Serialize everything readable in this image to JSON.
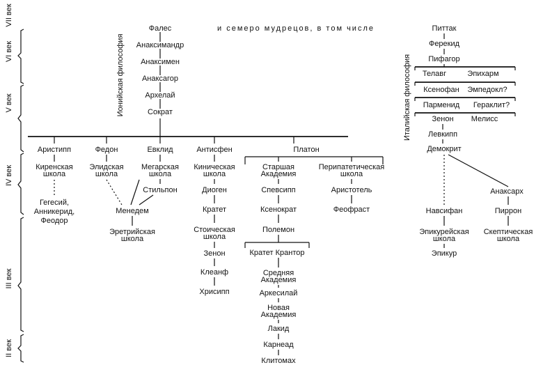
{
  "centuries": [
    "VII век",
    "VI век",
    "V век",
    "IV век",
    "III век",
    "II век"
  ],
  "labels": {
    "ionian": "Ионийская философия",
    "italian": "Италийская философия",
    "sages": "и семеро мудрецов, в том числе"
  },
  "ionian_chain": [
    "Фалес",
    "Анаксимандр",
    "Анаксимен",
    "Анаксагор",
    "Архелай",
    "Сократ"
  ],
  "italian_chain": {
    "pittak": "Питтак",
    "ferekid": "Ферекид",
    "pifagor": "Пифагор",
    "telavg": "Телавг",
    "epiharm": "Эпихарм",
    "ksenofan": "Ксенофан",
    "empedokl": "Эмпедокл?",
    "parmenid": "Парменид",
    "geraklit": "Гераклит?",
    "zenon": "Зенон",
    "meliss": "Мелисс",
    "levkipp": "Левкипп",
    "demokrit": "Демокрит"
  },
  "socratics": {
    "aristipp": "Аристипп",
    "kirenskaya1": "Киренская",
    "kirenskaya2": "школа",
    "hegesii1": "Гегесий,",
    "hegesii2": "Анникерид,",
    "hegesii3": "Феодор",
    "fedon": "Федон",
    "elidskaya1": "Элидская",
    "elidskaya2": "школа",
    "evklid": "Евклид",
    "megarskaya1": "Мегарская",
    "megarskaya2": "школа",
    "stilpon": "Стильпон",
    "menedem": "Менедем",
    "eretriya1": "Эретрийская",
    "eretriya2": "школа"
  },
  "cynics": [
    "Антисфен",
    "Киническая",
    "школа",
    "Диоген",
    "Кратет",
    "Стоическая",
    "школа",
    "Зенон",
    "Клеанф",
    "Хрисипп"
  ],
  "platonists": {
    "platon": "Платон",
    "old_ac1": "Старшая",
    "old_ac2": "Академия",
    "spevsipp": "Спевсипп",
    "ksenokrat": "Ксенократ",
    "polemon": "Полемон",
    "krates_krantor": "Кратет Крантор",
    "mid_ac1": "Средняя",
    "mid_ac2": "Академия",
    "arkesilai": "Аркесилай",
    "new_ac1": "Новая",
    "new_ac2": "Академия",
    "lakid": "Лакид",
    "karnead": "Карнеад",
    "klitomah": "Клитомах",
    "peri1": "Перипатетическая",
    "peri2": "школа",
    "aristotel": "Аристотель",
    "feofrast": "Феофраст"
  },
  "atomists": {
    "navsifan": "Навсифан",
    "epicur_school1": "Эпикурейская",
    "epicur_school2": "школа",
    "epikur": "Эпикур",
    "anaxarh": "Анаксарх",
    "pirron": "Пиррон",
    "skeptic1": "Скептическая",
    "skeptic2": "школа"
  }
}
